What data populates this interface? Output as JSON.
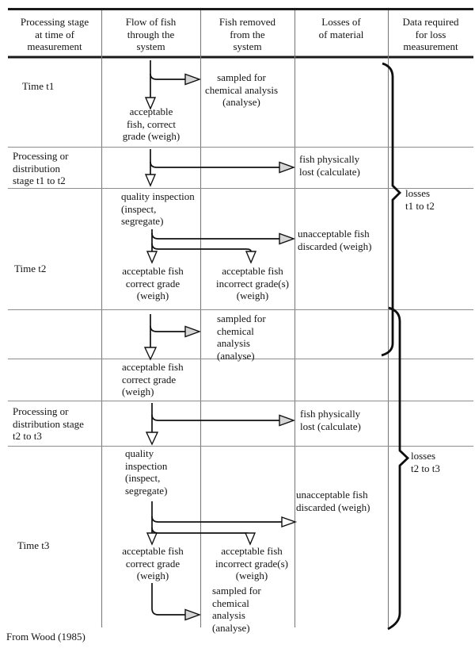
{
  "header": {
    "columns": [
      "Processing stage\nat time of\nmeasurement",
      "Flow of fish\nthrough the\nsystem",
      "Fish removed\nfrom the\nsystem",
      "Losses of\nof material",
      "Data required\nfor loss\nmeasurement"
    ]
  },
  "t1": {
    "stage": "Time t1",
    "sampled": "sampled for\nchemical analysis\n(analyse)",
    "acceptable": "acceptable\nfish, correct\ngrade (weigh)"
  },
  "p12": {
    "stage": "Processing or\ndistribution\nstage t1 to t2",
    "lost": "fish physically\nlost (calculate)"
  },
  "t2": {
    "stage": "Time t2",
    "quality": "quality inspection\n(inspect,\nsegregate)",
    "unacceptable": "unacceptable fish\ndiscarded (weigh)",
    "acceptable_correct": "acceptable fish\ncorrect grade\n(weigh)",
    "acceptable_incorrect": "acceptable fish\nincorrect grade(s)\n(weigh)",
    "sampled": "sampled for\nchemical\nanalysis\n(analyse)",
    "acceptable_correct_after": "acceptable fish\ncorrect grade\n(weigh)"
  },
  "p23": {
    "stage": "Processing or\ndistribution stage\nt2 to t3",
    "lost": "fish physically\nlost (calculate)"
  },
  "t3": {
    "stage": "Time t3",
    "quality": "quality\ninspection\n(inspect,\nsegregate)",
    "unacceptable": "unacceptable fish\ndiscarded (weigh)",
    "acceptable_correct": "acceptable fish\ncorrect grade\n(weigh)",
    "acceptable_incorrect": "acceptable fish\nincorrect grade(s)\n(weigh)",
    "sampled": "sampled for\nchemical\nanalysis\n(analyse)"
  },
  "losses": {
    "t1_t2": "losses\nt1 to t2",
    "t2_t3": "losses\nt2 to t3"
  },
  "footer": {
    "source": "From Wood (1985)"
  },
  "colors": {
    "ink": "#141414",
    "rule": "#8a8a8a",
    "paper": "#ffffff"
  }
}
